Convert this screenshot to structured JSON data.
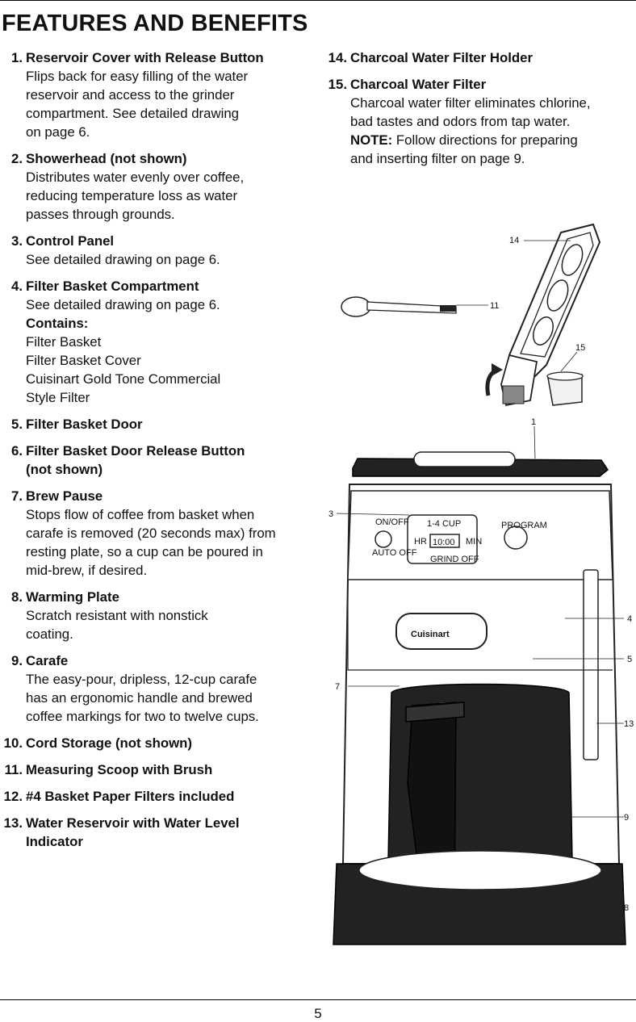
{
  "page": {
    "heading": "FEATURES AND BENEFITS",
    "page_number": "5"
  },
  "items_left": [
    {
      "num": "1.",
      "title": "Reservoir Cover with Release Button",
      "lines": [
        "Flips back for easy filling of the water",
        "reservoir and access to the grinder",
        "compartment. See detailed drawing",
        "on page 6."
      ]
    },
    {
      "num": "2.",
      "title": "Showerhead (not shown)",
      "lines": [
        "Distributes water evenly over coffee,",
        "reducing temperature loss as water",
        "passes through grounds."
      ]
    },
    {
      "num": "3.",
      "title": "Control Panel",
      "lines": [
        "See detailed drawing on page 6."
      ]
    },
    {
      "num": "4.",
      "title": "Filter Basket Compartment",
      "lines": [
        "See detailed drawing on page 6."
      ],
      "sub_title": "Contains:",
      "sub_lines": [
        "Filter Basket",
        "Filter Basket Cover",
        "Cuisinart Gold Tone Commercial",
        "Style Filter"
      ]
    },
    {
      "num": "5.",
      "title": "Filter Basket Door",
      "lines": []
    },
    {
      "num": "6.",
      "title": "Filter Basket Door Release Button",
      "title2": "(not shown)",
      "lines": []
    },
    {
      "num": "7.",
      "title": "Brew Pause",
      "lines": [
        "Stops flow of coffee from basket when",
        "carafe is removed (20 seconds max) from",
        "resting plate, so a cup can be poured in",
        "mid-brew, if desired."
      ]
    },
    {
      "num": "8.",
      "title": "Warming Plate",
      "lines": [
        "Scratch resistant with nonstick",
        "coating."
      ]
    },
    {
      "num": "9.",
      "title": "Carafe",
      "lines": [
        "The easy-pour, dripless, 12-cup carafe",
        "has an ergonomic handle and brewed",
        "coffee markings for two to twelve cups."
      ]
    },
    {
      "num": "10.",
      "title": "Cord Storage (not shown)",
      "lines": []
    },
    {
      "num": "11.",
      "title": "Measuring Scoop with Brush",
      "lines": []
    },
    {
      "num": "12.",
      "title": "#4 Basket Paper Filters included",
      "lines": []
    },
    {
      "num": "13.",
      "title": "Water Reservoir with Water Level",
      "title2": "Indicator",
      "lines": []
    }
  ],
  "items_right": [
    {
      "num": "14.",
      "title": "Charcoal Water Filter Holder",
      "lines": []
    },
    {
      "num": "15.",
      "title": "Charcoal Water Filter",
      "lines": [
        "Charcoal water filter eliminates chlorine,",
        "bad tastes and odors from tap water."
      ],
      "note_label": "NOTE:",
      "note_text": " Follow directions for preparing",
      "note_line2": "and inserting filter on page 9."
    }
  ],
  "illustration": {
    "brand_logo": "Cuisinart",
    "panel_labels": {
      "on_off": "ON/OFF",
      "auto_off": "AUTO OFF",
      "cups": "1-4 CUP",
      "hr": "HR",
      "min": "MIN",
      "display": "10:00",
      "grind_off": "GRIND OFF",
      "program": "PROGRAM"
    },
    "callouts": {
      "c14": "14",
      "c11": "11",
      "c15": "15",
      "c1": "1",
      "c3": "3",
      "c4": "4",
      "c5": "5",
      "c7": "7",
      "c13": "13",
      "c9": "9",
      "c8": "8"
    }
  }
}
